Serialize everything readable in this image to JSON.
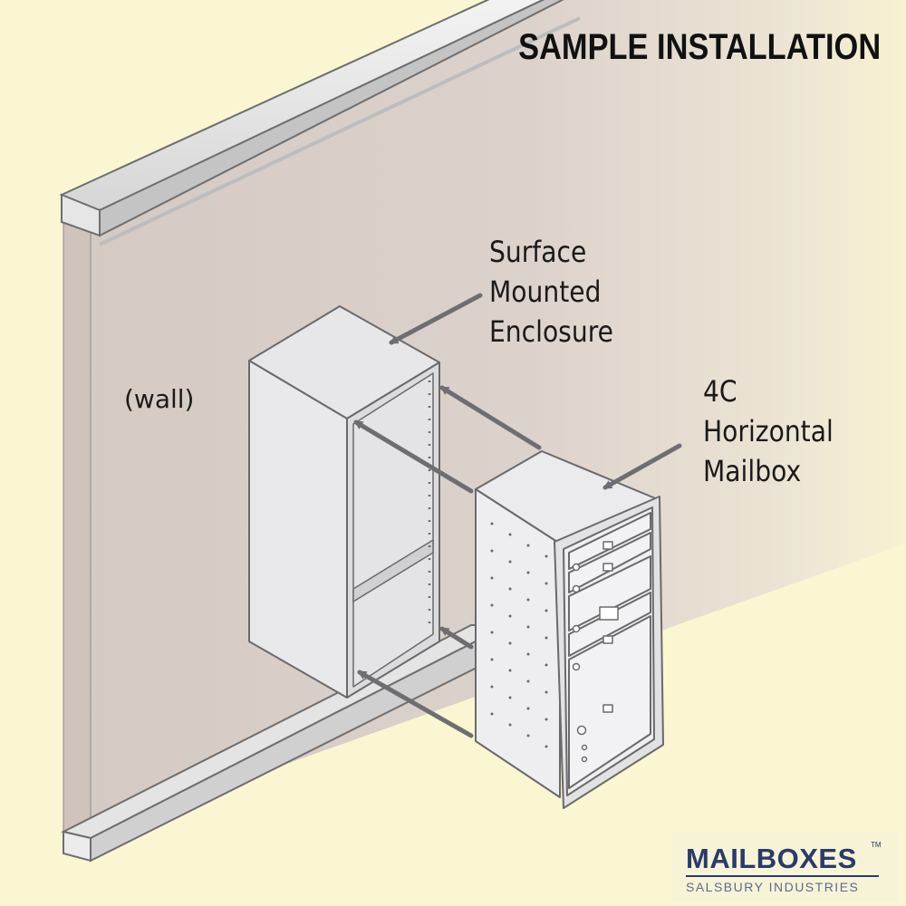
{
  "title": "SAMPLE INSTALLATION",
  "labels": {
    "wall": "(wall)",
    "enclosure": [
      "Surface",
      "Mounted",
      "Enclosure"
    ],
    "mailbox": [
      "4C",
      "Horizontal",
      "Mailbox"
    ]
  },
  "logo": {
    "name": "MAILBOXES",
    "trademark": "TM",
    "tagline": "SALSBURY INDUSTRIES"
  },
  "colors": {
    "background": "#fbf6d2",
    "wall": "#d9cfc9",
    "metal": "#e8e8ea",
    "arrow": "#6e6e72",
    "logo": "#2a3a6a"
  }
}
